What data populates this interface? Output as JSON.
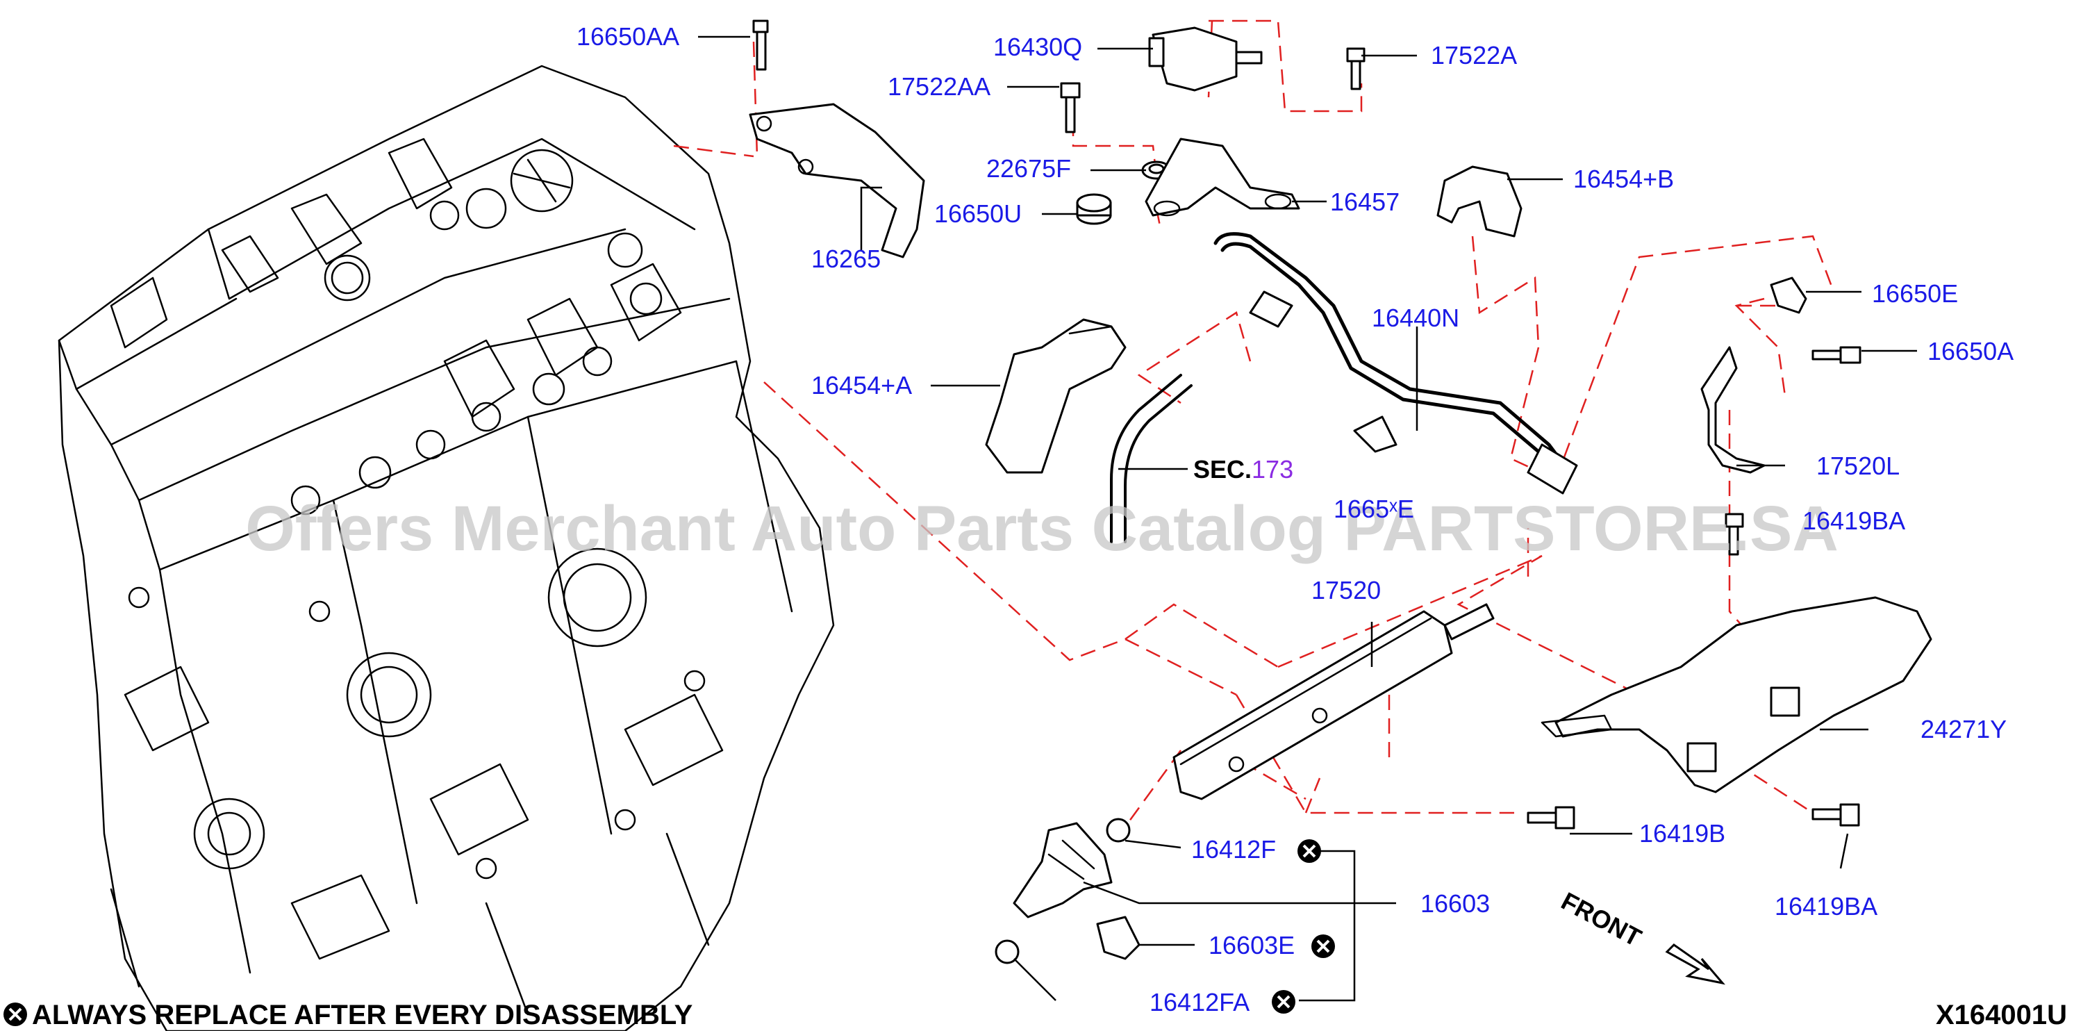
{
  "labels": {
    "p16650AA": "16650AA",
    "p16430Q": "16430Q",
    "p17522A": "17522A",
    "p17522AA": "17522AA",
    "p22675F": "22675F",
    "p16650U": "16650U",
    "p16457": "16457",
    "p16454B": "16454+B",
    "p16265": "16265",
    "p16440N": "16440N",
    "p16650E": "16650E",
    "p16650A": "16650A",
    "p16454A": "16454+A",
    "sec_prefix": "SEC.",
    "sec_num": "173",
    "p1665_partial": "1665ˣE",
    "p17520L": "17520L",
    "p16419BA_partial": "16419BA",
    "p17520": "17520",
    "p24271Y": "24271Y",
    "p16412F": "16412F",
    "p16419B": "16419B",
    "p16603": "16603",
    "p16419BA": "16419BA",
    "p16603E": "16603E",
    "p16412FA": "16412FA",
    "front": "FRONT"
  },
  "footer": {
    "note": "ALWAYS REPLACE AFTER EVERY DISASSEMBLY",
    "code": "X164001U"
  },
  "watermark": "Offers Merchant Auto Parts Catalog PARTSTORE.SA",
  "colors": {
    "part_number": "#1a1ae6",
    "leader_dashed": "#e02020",
    "section_ref": "#8a2be2",
    "line": "#000000"
  },
  "icons": {
    "replace_marker": "circled-x-icon",
    "front_arrow": "arrow-down-right-icon"
  }
}
